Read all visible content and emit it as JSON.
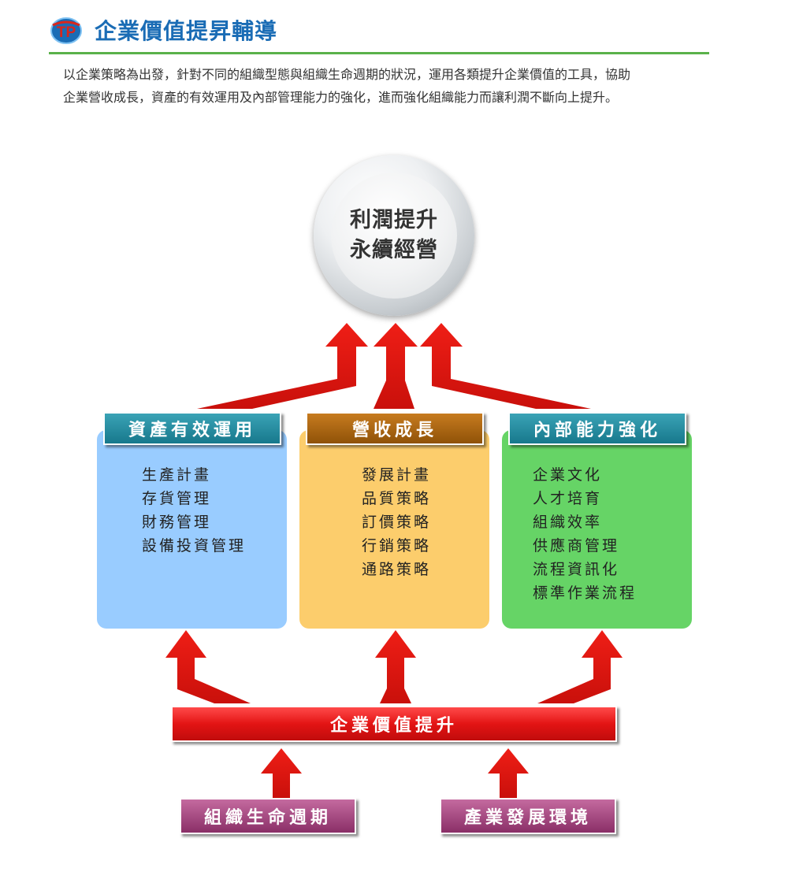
{
  "header": {
    "logo_text": "TP",
    "title": "企業價值提昇輔導"
  },
  "intro": {
    "line1": "以企業策略為出發，針對不同的組織型態與組織生命週期的狀況，運用各類提升企業價值的工具，協助",
    "line2": "企業營收成長，資產的有效運用及內部管理能力的強化，進而強化組織能力而讓利潤不斷向上提升。"
  },
  "goal": {
    "line1": "利潤提升",
    "line2": "永續經營"
  },
  "pillars": [
    {
      "title": "資產有效運用",
      "items": [
        "生產計畫",
        "存貨管理",
        "財務管理",
        "設備投資管理"
      ]
    },
    {
      "title": "營收成長",
      "items": [
        "發展計畫",
        "品質策略",
        "訂價策略",
        "行銷策略",
        "通路策略"
      ]
    },
    {
      "title": "內部能力強化",
      "items": [
        "企業文化",
        "人才培育",
        "組織效率",
        "供應商管理",
        "流程資訊化",
        "標準作業流程"
      ]
    }
  ],
  "foundation": {
    "title": "企業價值提升"
  },
  "drivers": [
    {
      "title": "組織生命週期"
    },
    {
      "title": "產業發展環境"
    }
  ],
  "colors": {
    "title_blue": "#1a6cb5",
    "rule_green": "#5ab14a",
    "arrow_red": "#e0150f",
    "panel_blue": "#99ccff",
    "panel_yellow": "#fccd6c",
    "panel_green": "#66d466"
  }
}
